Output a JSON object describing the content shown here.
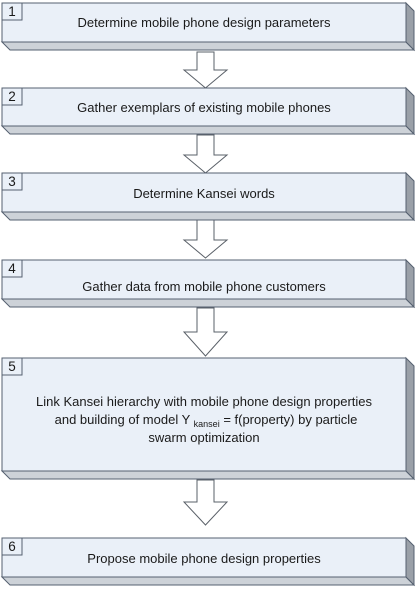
{
  "diagram": {
    "steps": [
      {
        "number": "1",
        "lines": [
          "Determine mobile phone design parameters"
        ]
      },
      {
        "number": "2",
        "lines": [
          "Gather exemplars of existing mobile phones"
        ]
      },
      {
        "number": "3",
        "lines": [
          "Determine Kansei words"
        ]
      },
      {
        "number": "4",
        "lines": [
          "Gather data from mobile phone customers"
        ]
      },
      {
        "number": "5",
        "lines": [
          "Link Kansei hierarchy with mobile phone design properties",
          "and building of model",
          "by particle",
          "swarm optimization"
        ],
        "formula": {
          "symbol": "Y",
          "subscript": "kansei",
          "expression": " = f(property)"
        }
      },
      {
        "number": "6",
        "lines": [
          "Propose mobile phone design properties"
        ]
      }
    ],
    "colors": {
      "box_fill": "#eaf0f8",
      "box_edge": "#556070",
      "side_face": "#9aa0a8",
      "bottom_face": "#cdd2d8",
      "arrow_fill": "#ffffff",
      "arrow_edge": "#5a6068",
      "text": "#1a1a1a"
    }
  }
}
